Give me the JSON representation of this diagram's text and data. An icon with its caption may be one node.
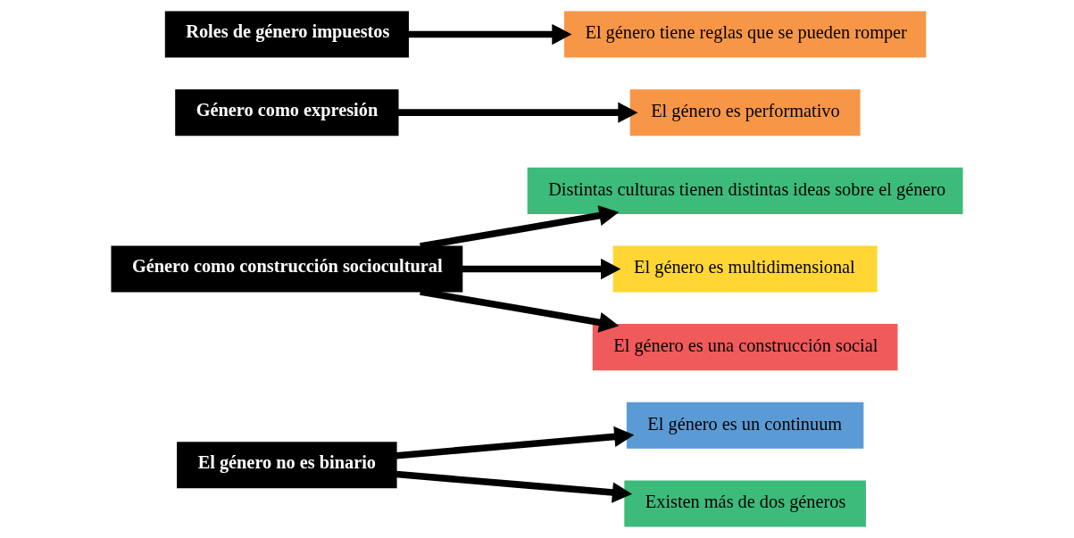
{
  "diagram": {
    "nodes": [
      {
        "text": [
          "El género no es binario"
        ]
      },
      {
        "text": [
          "El género es un continuum"
        ]
      },
      {
        "text": [
          "Existen más de dos géneros"
        ]
      },
      {
        "text": [
          "Distintas culturas tienen distintas ideas sobre el género"
        ]
      },
      {
        "text": [
          "El género es multidimensional"
        ]
      },
      {
        "text": [
          "Género como expresión"
        ]
      },
      {
        "text": [
          "El género es performativo"
        ]
      },
      {
        "text": [
          "Género como construcción sociocultural"
        ]
      },
      {
        "text": [
          "El género es una construcción social"
        ]
      },
      {
        "text": [
          "Roles de género impuestos"
        ]
      },
      {
        "text": [
          "El género tiene reglas que se pueden romper"
        ]
      }
    ],
    "edges": [
      {
        "from": 0,
        "to": 1,
        "arrow": "to"
      },
      {
        "from": 0,
        "to": 2,
        "arrow": "to"
      },
      {
        "from": 5,
        "to": 6,
        "arrow": "to"
      },
      {
        "from": 7,
        "to": 4,
        "arrow": "to"
      },
      {
        "from": 7,
        "to": 3,
        "arrow": "to"
      },
      {
        "from": 7,
        "to": 8,
        "arrow": "to"
      },
      {
        "from": 9,
        "to": 10,
        "arrow": "to"
      }
    ]
  }
}
